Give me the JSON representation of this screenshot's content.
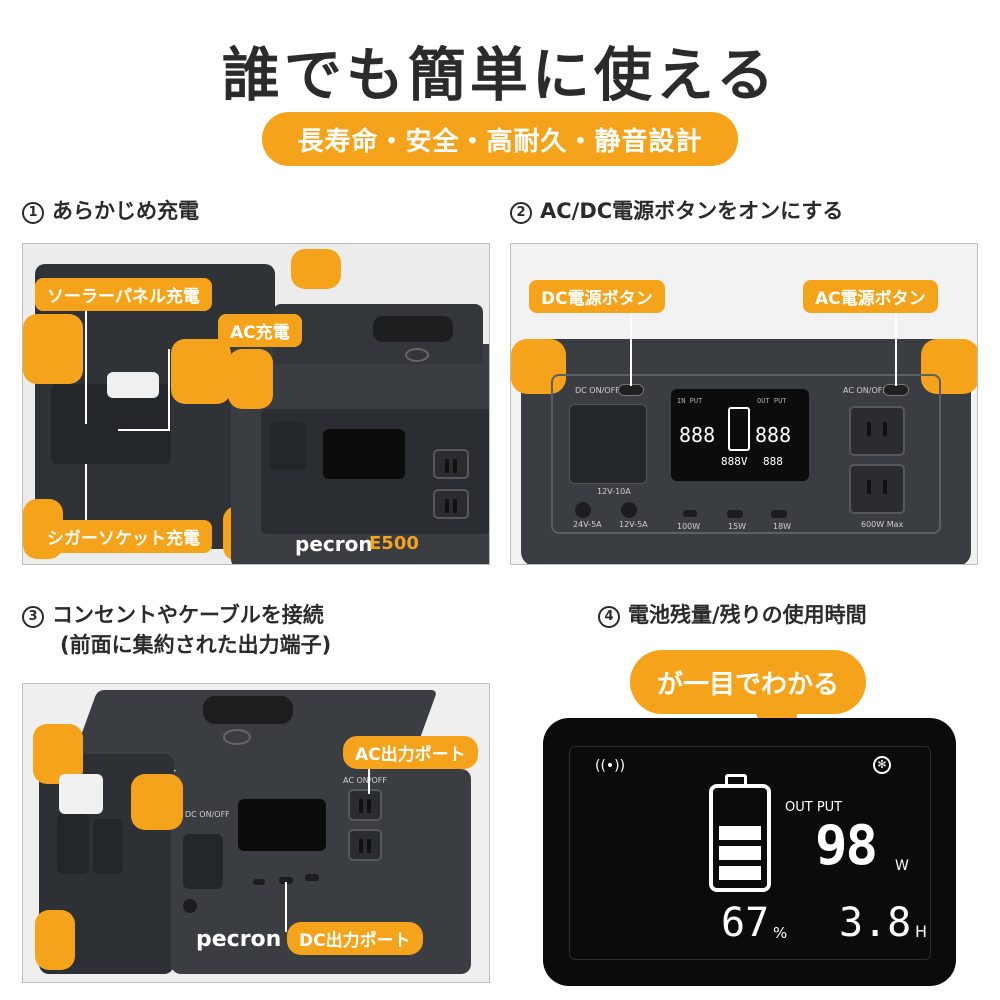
{
  "title": "誰でも簡単に使える",
  "subtitle": "長寿命・安全・高耐久・静音設計",
  "steps": [
    {
      "num": "1",
      "title": "あらかじめ充電",
      "callouts": {
        "solar": "ソーラーパネル充電",
        "ac": "AC充電",
        "car": "シガーソケット充電"
      },
      "device_text": {
        "brand": "pecron",
        "model": "E500"
      }
    },
    {
      "num": "2",
      "title": "AC/DC電源ボタンをオンにする",
      "callouts": {
        "dc": "DC電源ボタン",
        "ac": "AC電源ボタン"
      },
      "device_text": {
        "dc_label": "DC ON/OFF",
        "ac_label": "AC ON/OFF",
        "in_put": "IN PUT",
        "out_put": "OUT PUT",
        "in_value": "888",
        "out_value": "888",
        "left_small": "888V",
        "right_small": "888",
        "p1": "12V-10A",
        "p2": "24V-5A",
        "p3": "12V-5A",
        "p4": "100W",
        "p5": "15W",
        "p6": "18W",
        "p7": "600W Max"
      }
    },
    {
      "num": "3",
      "title": "コンセントやケーブルを接続",
      "title2": "(前面に集約された出力端子)",
      "callouts": {
        "ac_out": "AC出力ポート",
        "dc_out": "DC出力ポート"
      },
      "device_text": {
        "brand": "pecron",
        "dc_label": "DC ON/OFF",
        "ac_label": "AC ON/OFF"
      }
    },
    {
      "num": "4",
      "title": "電池残量/残りの使用時間",
      "bubble": "が一目でわかる",
      "display": {
        "out_put": "OUT PUT",
        "watts": "98",
        "w_unit": "W",
        "percent": "67",
        "percent_unit": "%",
        "hours": "3.8",
        "h_unit": "H"
      }
    }
  ],
  "colors": {
    "accent": "#f5a31a",
    "device": "#3a3d41",
    "lcd": "#0c0c0d"
  },
  "icons": [
    "wifi-icon",
    "fan-icon",
    "battery-icon",
    "wireless-charge-icon"
  ]
}
